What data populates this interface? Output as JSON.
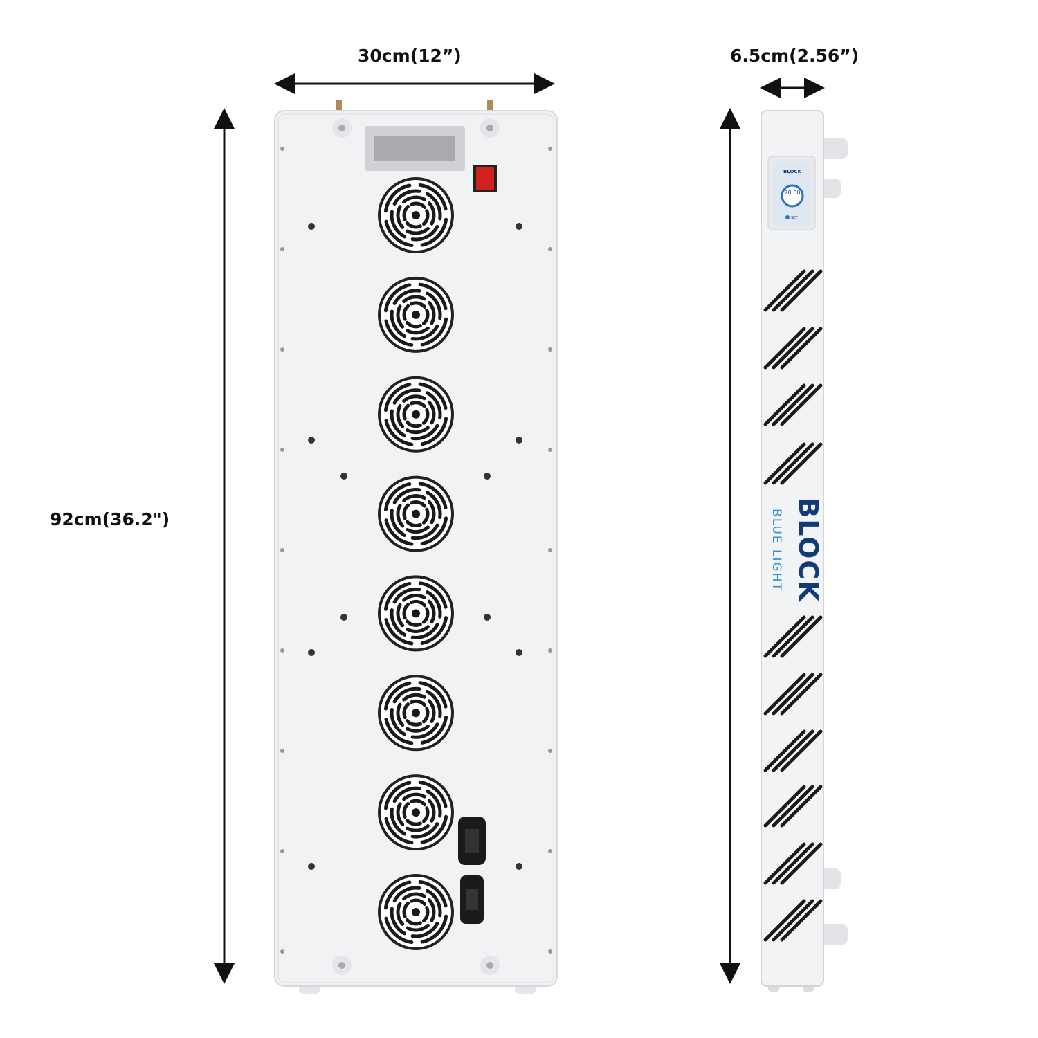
{
  "dimensions": {
    "width_label": "30cm(12”)",
    "depth_label": "6.5cm(2.56”)",
    "height_label": "92cm(36.2\")"
  },
  "device": {
    "brand_line1": "BLOCK",
    "brand_line2": "BLUE LIGHT",
    "display_time": "20:00",
    "display_set_label": "SET",
    "fan_count": 8
  },
  "colors": {
    "panel": "#f1f2f4",
    "power_switch": "#d0211c",
    "brand_dark": "#123a78",
    "brand_light": "#2f8fd6"
  }
}
